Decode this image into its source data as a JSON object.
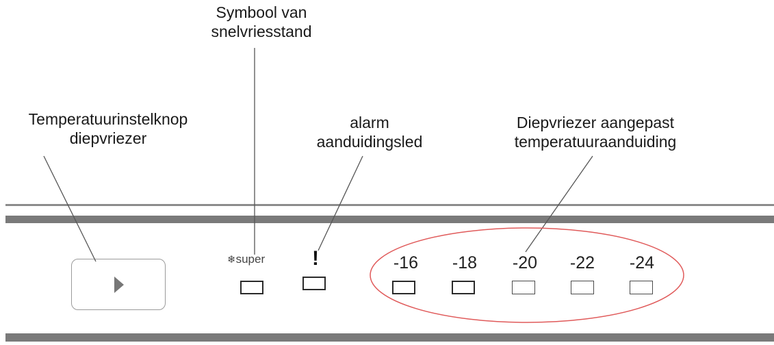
{
  "callouts": {
    "knob": {
      "line1": "Temperatuurinstelknop",
      "line2": "diepvriezer"
    },
    "super": {
      "line1": "Symbool van",
      "line2": "snelvriesstand"
    },
    "alarm": {
      "line1": "alarm",
      "line2": "aanduidingsled"
    },
    "temp": {
      "line1": "Diepvriezer aangepast",
      "line2": "temperatuuraanduiding"
    }
  },
  "panel": {
    "knob_icon": "play-triangle-icon",
    "super_symbol": "❄",
    "super_label": "super",
    "alarm_symbol": "!",
    "temperatures": [
      "-16",
      "-18",
      "-20",
      "-22",
      "-24"
    ],
    "highlight_color": "#e05a5a"
  }
}
